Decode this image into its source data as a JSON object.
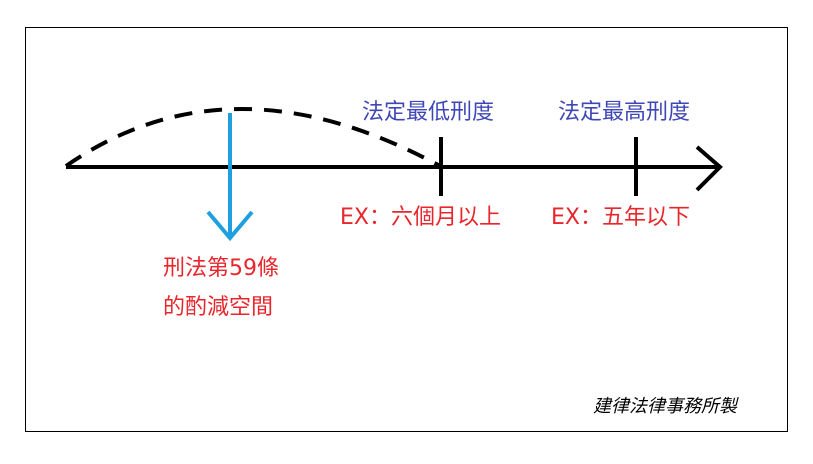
{
  "diagram": {
    "label_statutory_min": "法定最低刑度",
    "label_statutory_max": "法定最高刑度",
    "example_min": "EX：六個月以上",
    "example_max": "EX：五年以下",
    "article59_line1": "刑法第59條",
    "article59_line2": "的酌減空間",
    "firm_credit": "建律法律事務所製"
  },
  "colors": {
    "axis": "#000000",
    "dashed_curve": "#000000",
    "reduction_arrow": "#1ea0e0",
    "blue_labels": "#3f47b7",
    "red_labels": "#e8262c"
  }
}
